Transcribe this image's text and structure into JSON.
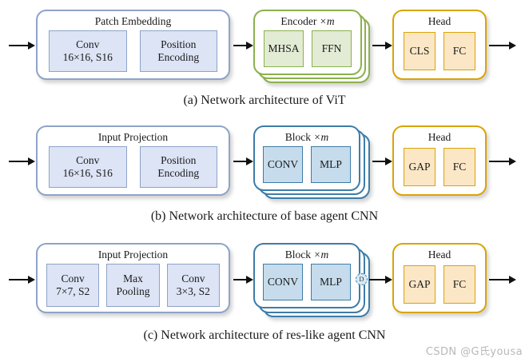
{
  "figure": {
    "watermark": "CSDN @G氏yousa"
  },
  "rows": [
    {
      "caption": "(a) Network architecture of ViT",
      "groups": [
        {
          "title": "Patch Embedding",
          "color": "lblue",
          "stacked": false,
          "cells": [
            {
              "line1": "Conv",
              "line2": "16×16, S16",
              "style": "blue"
            },
            {
              "line1": "Position",
              "line2": "Encoding",
              "style": "blue"
            }
          ]
        },
        {
          "title": "Encoder",
          "multiplier": "×m",
          "color": "green",
          "stacked": true,
          "cells": [
            {
              "line1": "MHSA",
              "line2": "",
              "style": "green"
            },
            {
              "line1": "FFN",
              "line2": "",
              "style": "green"
            }
          ]
        },
        {
          "title": "Head",
          "color": "orange",
          "stacked": false,
          "cells": [
            {
              "line1": "CLS",
              "line2": "",
              "style": "orange"
            },
            {
              "line1": "FC",
              "line2": "",
              "style": "orange"
            }
          ]
        }
      ]
    },
    {
      "caption": "(b) Network architecture of base agent CNN",
      "groups": [
        {
          "title": "Input Projection",
          "color": "lblue",
          "stacked": false,
          "cells": [
            {
              "line1": "Conv",
              "line2": "16×16, S16",
              "style": "blue"
            },
            {
              "line1": "Position",
              "line2": "Encoding",
              "style": "blue"
            }
          ]
        },
        {
          "title": "Block",
          "multiplier": "×m",
          "color": "blue",
          "stacked": true,
          "cells": [
            {
              "line1": "CONV",
              "line2": "",
              "style": "steel"
            },
            {
              "line1": "MLP",
              "line2": "",
              "style": "steel"
            }
          ]
        },
        {
          "title": "Head",
          "color": "orange",
          "stacked": false,
          "cells": [
            {
              "line1": "GAP",
              "line2": "",
              "style": "orange"
            },
            {
              "line1": "FC",
              "line2": "",
              "style": "orange"
            }
          ]
        }
      ]
    },
    {
      "caption": "(c) Network architecture of res-like agent CNN",
      "node_label": "D",
      "groups": [
        {
          "title": "Input Projection",
          "color": "lblue",
          "stacked": false,
          "cells": [
            {
              "line1": "Conv",
              "line2": "7×7, S2",
              "style": "blue"
            },
            {
              "line1": "Max",
              "line2": "Pooling",
              "style": "blue"
            },
            {
              "line1": "Conv",
              "line2": "3×3, S2",
              "style": "blue"
            }
          ]
        },
        {
          "title": "Block",
          "multiplier": "×m",
          "color": "blue",
          "stacked": true,
          "cells": [
            {
              "line1": "CONV",
              "line2": "",
              "style": "steel"
            },
            {
              "line1": "MLP",
              "line2": "",
              "style": "steel"
            }
          ]
        },
        {
          "title": "Head",
          "color": "orange",
          "stacked": false,
          "cells": [
            {
              "line1": "GAP",
              "line2": "",
              "style": "orange"
            },
            {
              "line1": "FC",
              "line2": "",
              "style": "orange"
            }
          ]
        }
      ]
    }
  ]
}
